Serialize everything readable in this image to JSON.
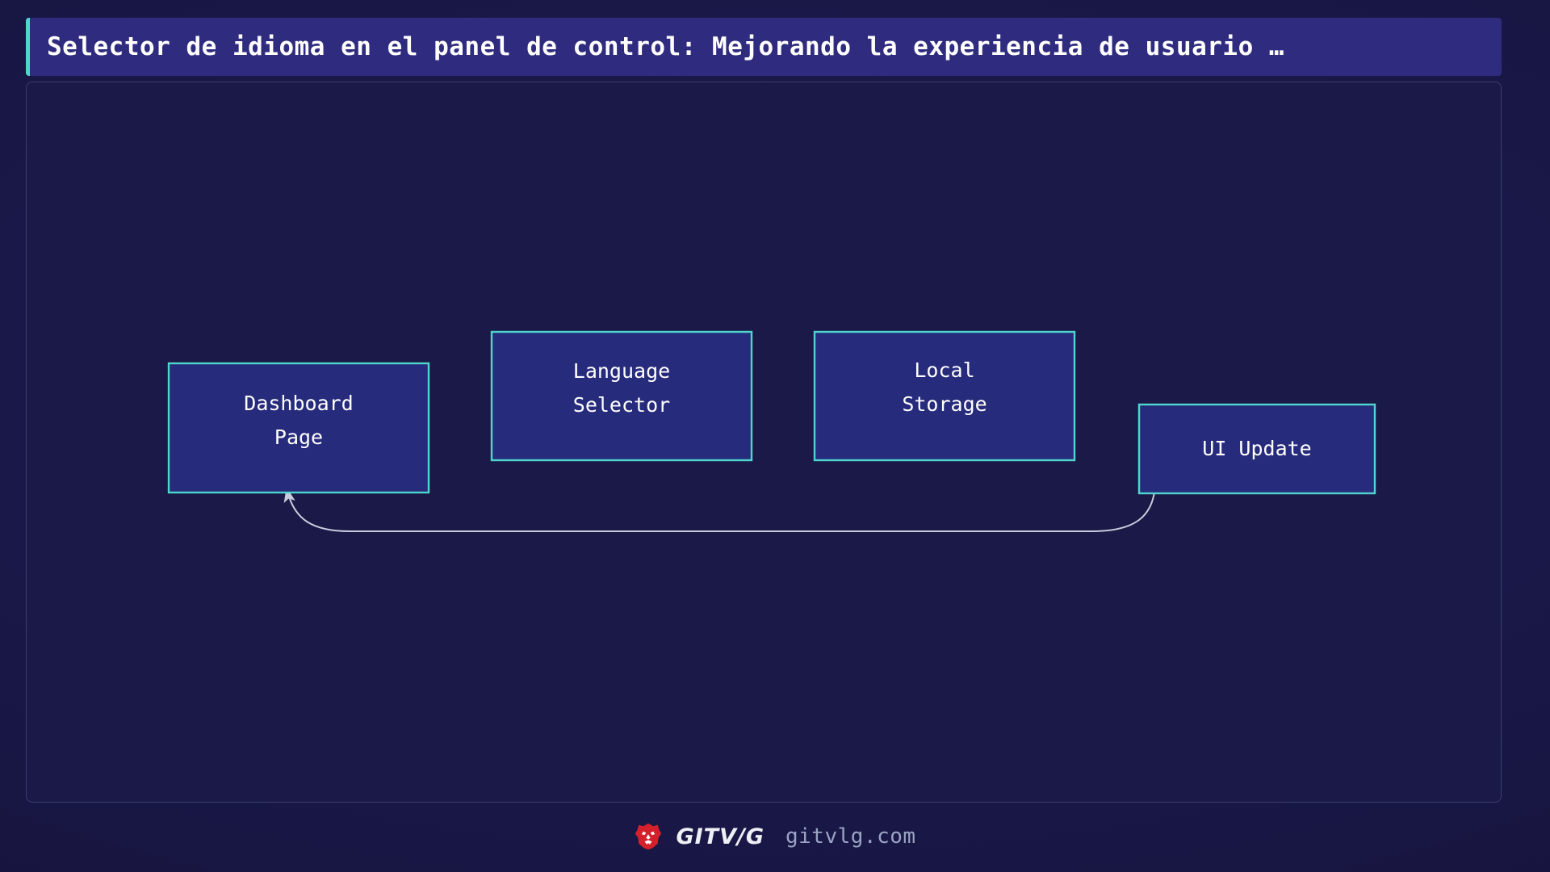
{
  "title_bar": {
    "title": "Selector de idioma en el panel de control: Mejorando la experiencia de usuario …",
    "accent_color": "#4fd6cc",
    "background_color": "#2f2b7e"
  },
  "diagram": {
    "type": "flowchart",
    "direction": "left-to-right with feedback loop",
    "node_fill": "#272b7c",
    "node_border": "#4fd6cc",
    "edge_color": "#c9cbdd",
    "nodes": [
      {
        "id": "dashboard",
        "label_line1": "Dashboard",
        "label_line2": "Page"
      },
      {
        "id": "selector",
        "label_line1": "Language",
        "label_line2": "Selector"
      },
      {
        "id": "storage",
        "label_line1": "Local",
        "label_line2": "Storage"
      },
      {
        "id": "ui_update",
        "label_line1": "UI Update",
        "label_line2": ""
      }
    ],
    "edges": [
      {
        "from": "dashboard",
        "to": "selector",
        "label": ""
      },
      {
        "from": "selector",
        "to": "storage",
        "label": ""
      },
      {
        "from": "storage",
        "to": "ui_update",
        "label": ""
      },
      {
        "from": "ui_update",
        "to": "dashboard",
        "label": ""
      }
    ]
  },
  "footer": {
    "logo_icon": "lion-head-icon",
    "brand_name": "GITV/G",
    "domain": "gitvlg.com",
    "logo_color": "#d4202a"
  }
}
